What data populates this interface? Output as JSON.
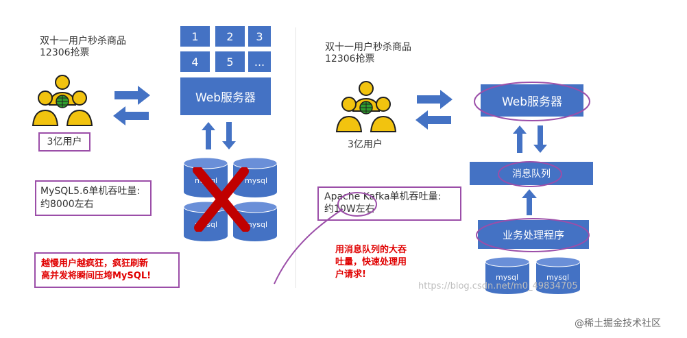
{
  "left": {
    "title_line1": "双十一用户秒杀商品",
    "title_line2": "12306抢票",
    "users_label": "3亿用户",
    "grid": [
      "1",
      "2",
      "3",
      "4",
      "5",
      "..."
    ],
    "web_server": "Web服务器",
    "db_label": "mysql",
    "note_line1": "MySQL5.6单机吞吐量:",
    "note_line2": "约8000左右",
    "red_line1": "越慢用户越疯狂，疯狂刷新",
    "red_line2": "高并发将瞬间压垮MySQL!"
  },
  "right": {
    "title_line1": "双十一用户秒杀商品",
    "title_line2": "12306抢票",
    "users_label": "3亿用户",
    "web_server": "Web服务器",
    "mq": "消息队列",
    "biz": "业务处理程序",
    "db_label": "mysql",
    "note_line1": "Apache Kafka单机吞吐量:",
    "note_line2": "约10W左右",
    "red_line1": "用消息队列的大吞",
    "red_line2": "吐量，快速处理用",
    "red_line3": "户请求!"
  },
  "watermark": "https://blog.csdn.net/m0_49834705",
  "footer": "@稀土掘金技术社区",
  "colors": {
    "box": "#4472c4",
    "cylinder": "#4472c4",
    "highlight": "#9b4ea8",
    "warning": "#e00000",
    "cross": "#c00000"
  },
  "icons": [
    "users-group-icon",
    "bidirectional-arrows-icon",
    "up-down-arrows-icon",
    "cross-icon"
  ]
}
